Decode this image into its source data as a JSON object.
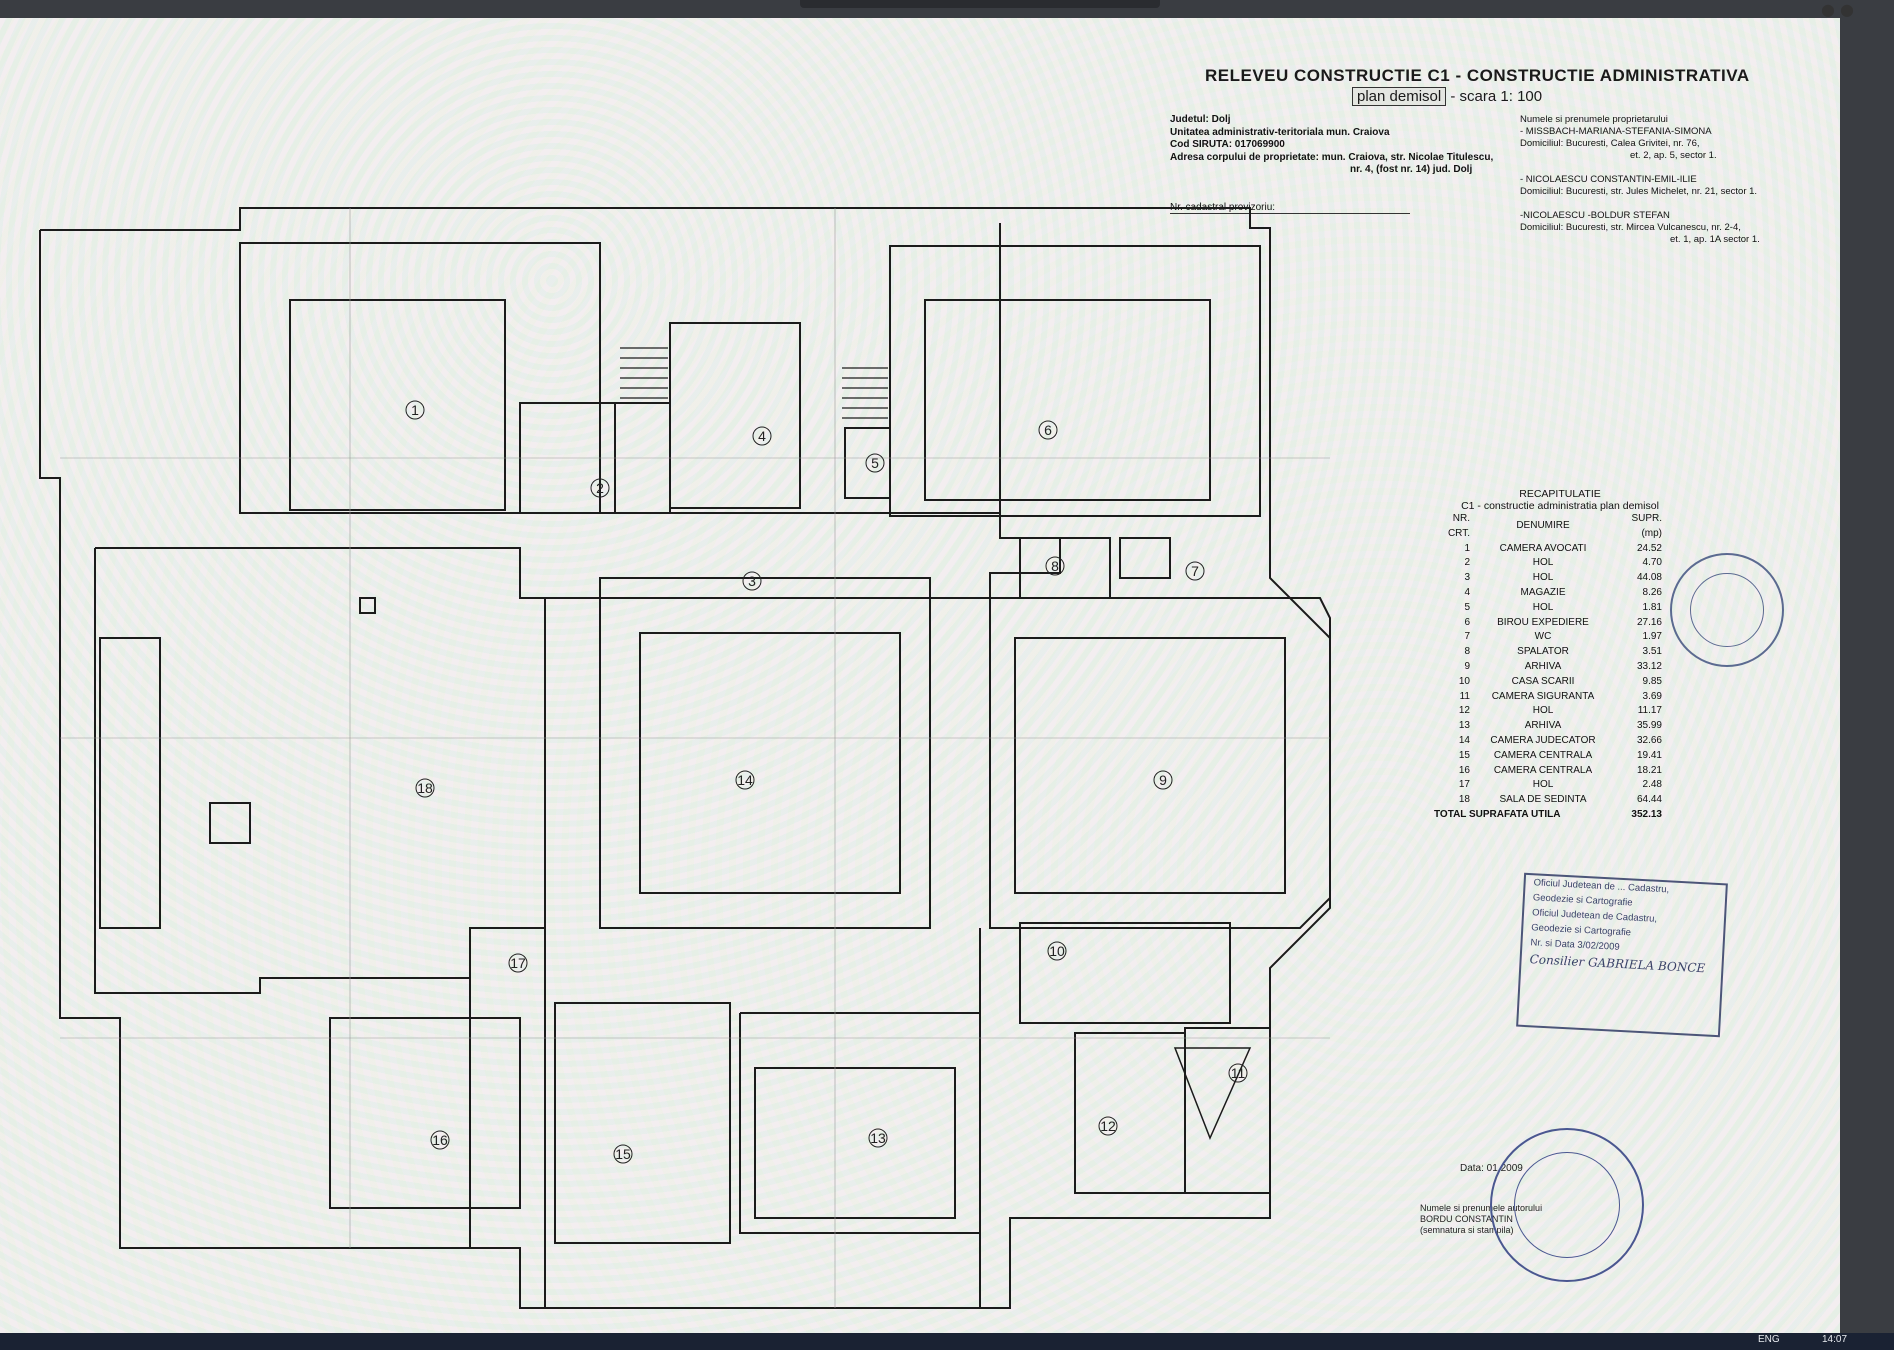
{
  "document": {
    "title": "RELEVEU CONSTRUCTIE C1 - CONSTRUCTIE ADMINISTRATIVA",
    "subtitle_boxed": "plan demisol",
    "subtitle_rest": " - scara 1: 100",
    "info_left": [
      "Judetul: Dolj",
      "Unitatea administrativ-teritoriala mun. Craiova",
      "Cod SIRUTA: 017069900",
      "Adresa corpului de proprietate: mun. Craiova, str. Nicolae Titulescu,",
      "nr. 4, (fost nr. 14) jud. Dolj"
    ],
    "cadastral": "Nr. cadastral provizoriu:",
    "owners_heading": "Numele si prenumele proprietarului",
    "owners": [
      "- MISSBACH-MARIANA-STEFANIA-SIMONA",
      "Domiciliul: Bucuresti, Calea Grivitei, nr. 76,",
      "et. 2, ap. 5, sector 1.",
      "",
      "- NICOLAESCU CONSTANTIN-EMIL-ILIE",
      "Domiciliul: Bucuresti, str. Jules Michelet, nr. 21, sector 1.",
      "",
      "-NICOLAESCU -BOLDUR STEFAN",
      "Domiciliul: Bucuresti, str. Mircea Vulcanescu, nr. 2-4,",
      "et. 1, ap. 1A sector 1."
    ]
  },
  "recap": {
    "title": "RECAPITULATIE",
    "subtitle": "C1 - constructie administratia plan demisol",
    "headers": [
      "NR. CRT.",
      "DENUMIRE",
      "SUPR. (mp)"
    ],
    "rows": [
      [
        "1",
        "CAMERA AVOCATI",
        "24.52"
      ],
      [
        "2",
        "HOL",
        "4.70"
      ],
      [
        "3",
        "HOL",
        "44.08"
      ],
      [
        "4",
        "MAGAZIE",
        "8.26"
      ],
      [
        "5",
        "HOL",
        "1.81"
      ],
      [
        "6",
        "BIROU EXPEDIERE",
        "27.16"
      ],
      [
        "7",
        "WC",
        "1.97"
      ],
      [
        "8",
        "SPALATOR",
        "3.51"
      ],
      [
        "9",
        "ARHIVA",
        "33.12"
      ],
      [
        "10",
        "CASA SCARII",
        "9.85"
      ],
      [
        "11",
        "CAMERA SIGURANTA",
        "3.69"
      ],
      [
        "12",
        "HOL",
        "11.17"
      ],
      [
        "13",
        "ARHIVA",
        "35.99"
      ],
      [
        "14",
        "CAMERA JUDECATOR",
        "32.66"
      ],
      [
        "15",
        "CAMERA CENTRALA",
        "19.41"
      ],
      [
        "16",
        "CAMERA CENTRALA",
        "18.21"
      ],
      [
        "17",
        "HOL",
        "2.48"
      ],
      [
        "18",
        "SALA DE SEDINTA",
        "64.44"
      ]
    ],
    "total_label": "TOTAL SUPRAFATA UTILA",
    "total_value": "352.13"
  },
  "stamps": {
    "rect_lines": [
      "Oficiul Judetean de ... Cadastru,",
      "Geodezie si Cartografie",
      "Oficiul Judetean de Cadastru,",
      "Geodezie si Cartografie",
      "Nr. si Data 3/02/2009"
    ],
    "rect_signature": "Consilier GABRIELA BONCE",
    "date_line": "Data: 01.2009",
    "author_lines": [
      "Numele si prenumele autorului",
      "BORDU CONSTANTIN",
      "(semnatura si stampila)"
    ]
  },
  "rooms": [
    {
      "n": "1"
    },
    {
      "n": "2"
    },
    {
      "n": "3"
    },
    {
      "n": "4"
    },
    {
      "n": "5"
    },
    {
      "n": "6"
    },
    {
      "n": "7"
    },
    {
      "n": "8"
    },
    {
      "n": "9"
    },
    {
      "n": "10"
    },
    {
      "n": "11"
    },
    {
      "n": "12"
    },
    {
      "n": "13"
    },
    {
      "n": "14"
    },
    {
      "n": "15"
    },
    {
      "n": "16"
    },
    {
      "n": "17"
    },
    {
      "n": "18"
    }
  ],
  "taskbar": {
    "lang": "ENG",
    "time": "14:07"
  },
  "colors": {
    "lines": "#1b1b1b",
    "stamp": "#4a5790",
    "paper": "#f4f6f2"
  }
}
